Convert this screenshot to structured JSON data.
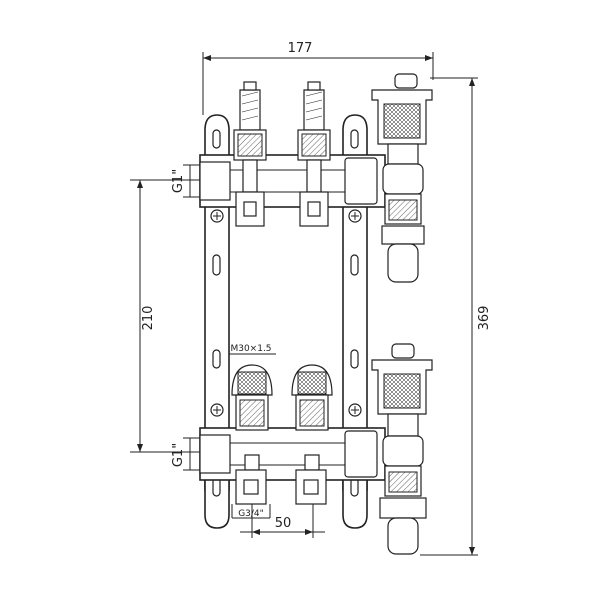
{
  "dimensions": {
    "width": "177",
    "height": "369",
    "port_spacing": "210",
    "valve_spacing": "50",
    "thread_top": "G1\"",
    "thread_bottom": "G1\"",
    "outlet_thread": "G3/4\"",
    "valve_thread": "M30×1.5"
  }
}
